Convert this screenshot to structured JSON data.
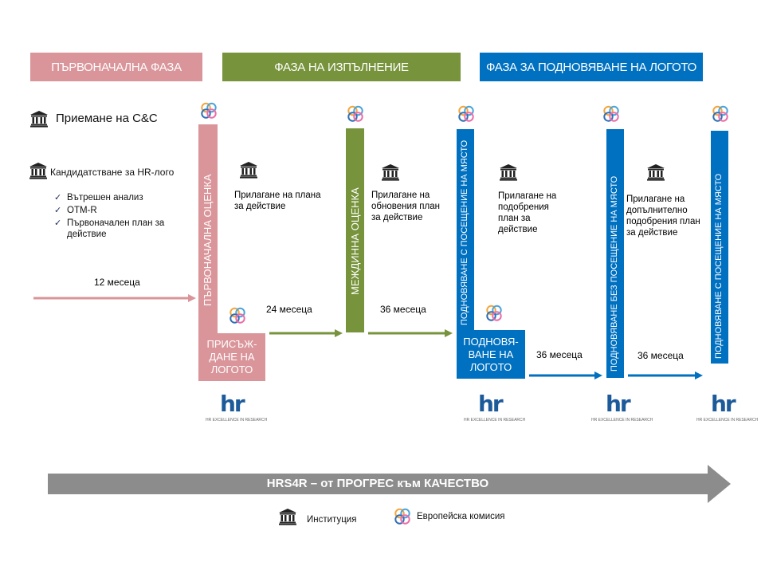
{
  "phases": {
    "initial": "ПЪРВОНАЧАЛНА ФАЗА",
    "implementation": "ФАЗА НА ИЗПЪЛНЕНИЕ",
    "renewal": "ФАЗА ЗА ПОДНОВЯВАНЕ НА ЛОГОТО"
  },
  "steps": {
    "accept_cc": "Приемане на C&C",
    "apply_hr": "Кандидатстване за HR-лого",
    "checklist": [
      "Вътрешен анализ",
      "OTM-R",
      "Първоначален план за действие"
    ]
  },
  "vertical": {
    "initial_assessment": "ПЪРВОНАЧАЛНА ОЦЕНКА",
    "interim_assessment": "МЕЖДИННА ОЦЕНКА",
    "renewal_site_visit_1": "ПОДНОВЯВАНЕ С ПОСЕЩЕНИЕ НА МЯСТО",
    "renewal_no_visit": "ПОДНОВЯВАНЕ БЕЗ ПОСЕЩЕНИЕ НА МЯСТО",
    "renewal_site_visit_2": "ПОДНОВЯВАНЕ С ПОСЕЩЕНИЕ НА МЯСТО"
  },
  "boxes": {
    "award": "ПРИСЪЖ-ДАНЕ НА ЛОГОТО",
    "renewal": "ПОДНОВЯ-ВАНЕ НА ЛОГОТО"
  },
  "actions": {
    "a1": "Прилагане на плана за действие",
    "a2": "Прилагане на обновения план за действие",
    "a3": "Прилагане на подобрения план за действие",
    "a4": "Прилагане на допълнително подобрения план за действие"
  },
  "durations": {
    "d12": "12 месеца",
    "d24": "24 месеца",
    "d36a": "36 месеца",
    "d36b": "36 месеца",
    "d36c": "36 месеца"
  },
  "hr_logo": {
    "mark": "hr",
    "caption": "HR EXCELLENCE IN RESEARCH"
  },
  "banner": "HRS4R – от ПРОГРЕС към КАЧЕСТВО",
  "legend": {
    "institution": "Институция",
    "commission": "Европейска комисия"
  },
  "colors": {
    "pink": "#d9959a",
    "green": "#77933c",
    "blue": "#0070c0",
    "banner_gray": "#8c8c8c"
  },
  "icons": [
    "institution-icon",
    "european-commission-icon",
    "check-icon",
    "arrow-right-icon"
  ]
}
